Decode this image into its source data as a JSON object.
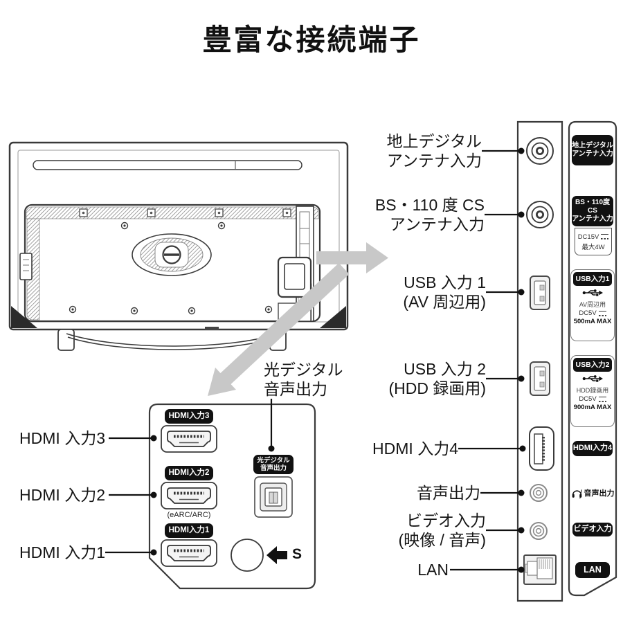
{
  "title": "豊富な接続端子",
  "colors": {
    "ink": "#1a1a1a",
    "badge": "#111111",
    "arrow": "#c8c8c8",
    "line": "#3a3a3a"
  },
  "side_labels": [
    {
      "text": "地上デジタル\nアンテナ入力"
    },
    {
      "text": "BS・110 度 CS\nアンテナ入力"
    },
    {
      "text": "USB 入力 1\n(AV 周辺用)"
    },
    {
      "text": "USB 入力 2\n(HDD 録画用)"
    },
    {
      "text": "HDMI 入力4"
    },
    {
      "text": "音声出力"
    },
    {
      "text": "ビデオ入力\n(映像 / 音声)"
    },
    {
      "text": "LAN"
    }
  ],
  "panel_badges": {
    "terrestrial": "地上デジタル\nアンテナ入力",
    "bs_cs": "BS・110度CS\nアンテナ入力",
    "bs_cs_voltage": "DC15V",
    "bs_cs_power": "最大4W",
    "usb1_title": "USB入力1",
    "usb1_use": "AV周辺用",
    "usb1_voltage": "DC5V",
    "usb1_current": "500mA MAX",
    "usb2_title": "USB入力2",
    "usb2_use": "HDD録画用",
    "usb2_voltage": "DC5V",
    "usb2_current": "900mA MAX",
    "hdmi4": "HDMI入力4",
    "audio_out": "音声出力",
    "video_in": "ビデオ入力",
    "lan": "LAN"
  },
  "hdmi_labels": [
    {
      "text": "HDMI 入力3"
    },
    {
      "text": "HDMI 入力2"
    },
    {
      "text": "HDMI 入力1"
    }
  ],
  "optical_label": "光デジタル\n音声出力",
  "hdmi_badges": {
    "hdmi3": "HDMI入力3",
    "hdmi2": "HDMI入力2",
    "hdmi1": "HDMI入力1",
    "earc": "(eARC/ARC)",
    "optical": "光デジタル\n音声出力",
    "s": "S"
  }
}
